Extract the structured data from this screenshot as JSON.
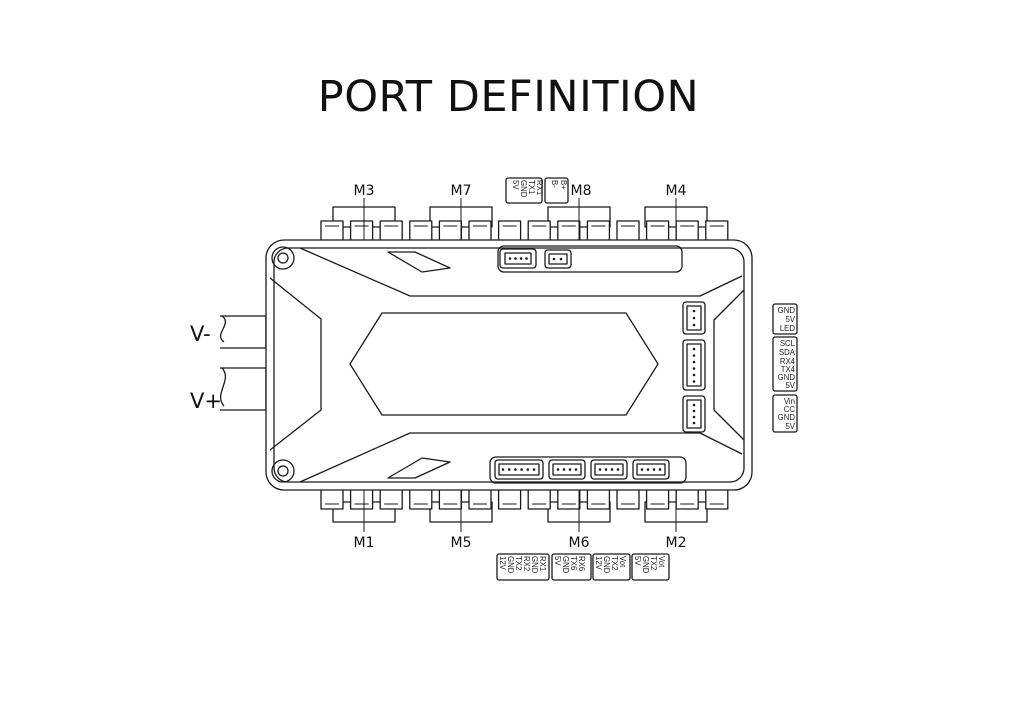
{
  "title": "PORT DEFINITION",
  "power": {
    "negative": "V-",
    "positive": "V+"
  },
  "motors_top": [
    "M3",
    "M7",
    "M8",
    "M4"
  ],
  "motors_bottom": [
    "M1",
    "M5",
    "M6",
    "M2"
  ],
  "pin_groups": {
    "top_uart": [
      "5V",
      "GND",
      "TX1",
      "RX1"
    ],
    "top_battery": [
      "B-",
      "B+"
    ],
    "right_led": [
      "GND",
      "5V",
      "LED"
    ],
    "right_i2c_uart4": [
      "SCL",
      "SDA",
      "RX4",
      "TX4",
      "GND",
      "5V"
    ],
    "right_current": [
      "Vin",
      "CC",
      "GND",
      "5V"
    ],
    "bottom_1": [
      "12V",
      "GND",
      "TX2",
      "RX2",
      "GND",
      "RX1"
    ],
    "bottom_2": [
      "5V",
      "GND",
      "TX6",
      "RX6"
    ],
    "bottom_3": [
      "12V",
      "GND",
      "TX2",
      "Vot"
    ],
    "bottom_4": [
      "5V",
      "GND",
      "TX2",
      "Vot"
    ]
  }
}
